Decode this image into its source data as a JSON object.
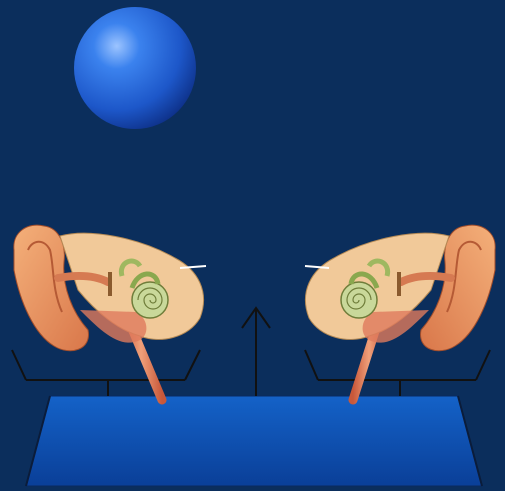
{
  "scene": {
    "background": "#0b2e5c",
    "sphere": {
      "color": "#1e63d6",
      "highlight": "#7fb0ff",
      "shadow": "#0b2c78"
    },
    "platform": {
      "color": "#0a4fb0",
      "edge": "#062e70"
    },
    "frame_color": "#111111",
    "ears": [
      {
        "side": "left",
        "facing": "right"
      },
      {
        "side": "right",
        "facing": "left"
      }
    ],
    "arrow": {
      "direction": "up"
    }
  }
}
